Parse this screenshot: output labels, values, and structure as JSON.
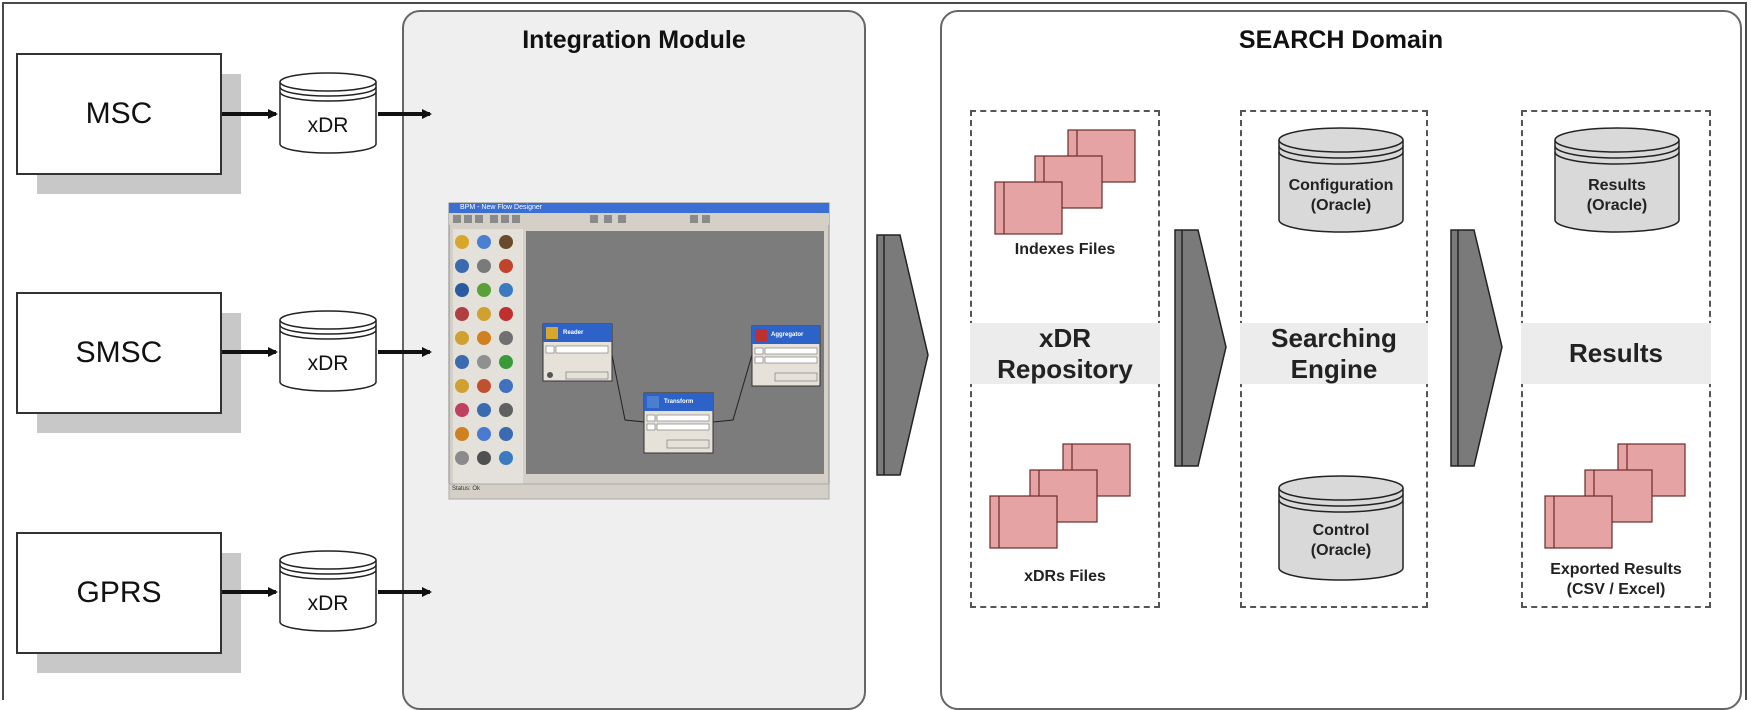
{
  "sources": [
    {
      "label": "MSC",
      "store": "xDR"
    },
    {
      "label": "SMSC",
      "store": "xDR"
    },
    {
      "label": "GPRS",
      "store": "xDR"
    }
  ],
  "integration_module": {
    "title": "Integration Module",
    "screenshot": {
      "window_title": "BPM - New Flow Designer",
      "nodes": [
        "Reader",
        "Transform",
        "Aggregator"
      ],
      "status": "Status: Ok"
    }
  },
  "search_domain": {
    "title": "SEARCH Domain",
    "columns": [
      {
        "band": "xDR\nRepository",
        "top_caption": "Indexes Files",
        "bottom_caption": "xDRs Files"
      },
      {
        "band": "Searching\nEngine",
        "top_db": "Configuration\n(Oracle)",
        "bottom_db": "Control\n(Oracle)"
      },
      {
        "band": "Results",
        "top_db": "Results\n(Oracle)",
        "bottom_caption": "Exported Results\n(CSV / Excel)"
      }
    ]
  },
  "colors": {
    "file_fill": "#e6a3a3",
    "file_stroke": "#6b2a2a",
    "db_fill": "#d9d9d9",
    "flow_arrow": "#7a7a7a",
    "panel_bg": "#efefef"
  }
}
